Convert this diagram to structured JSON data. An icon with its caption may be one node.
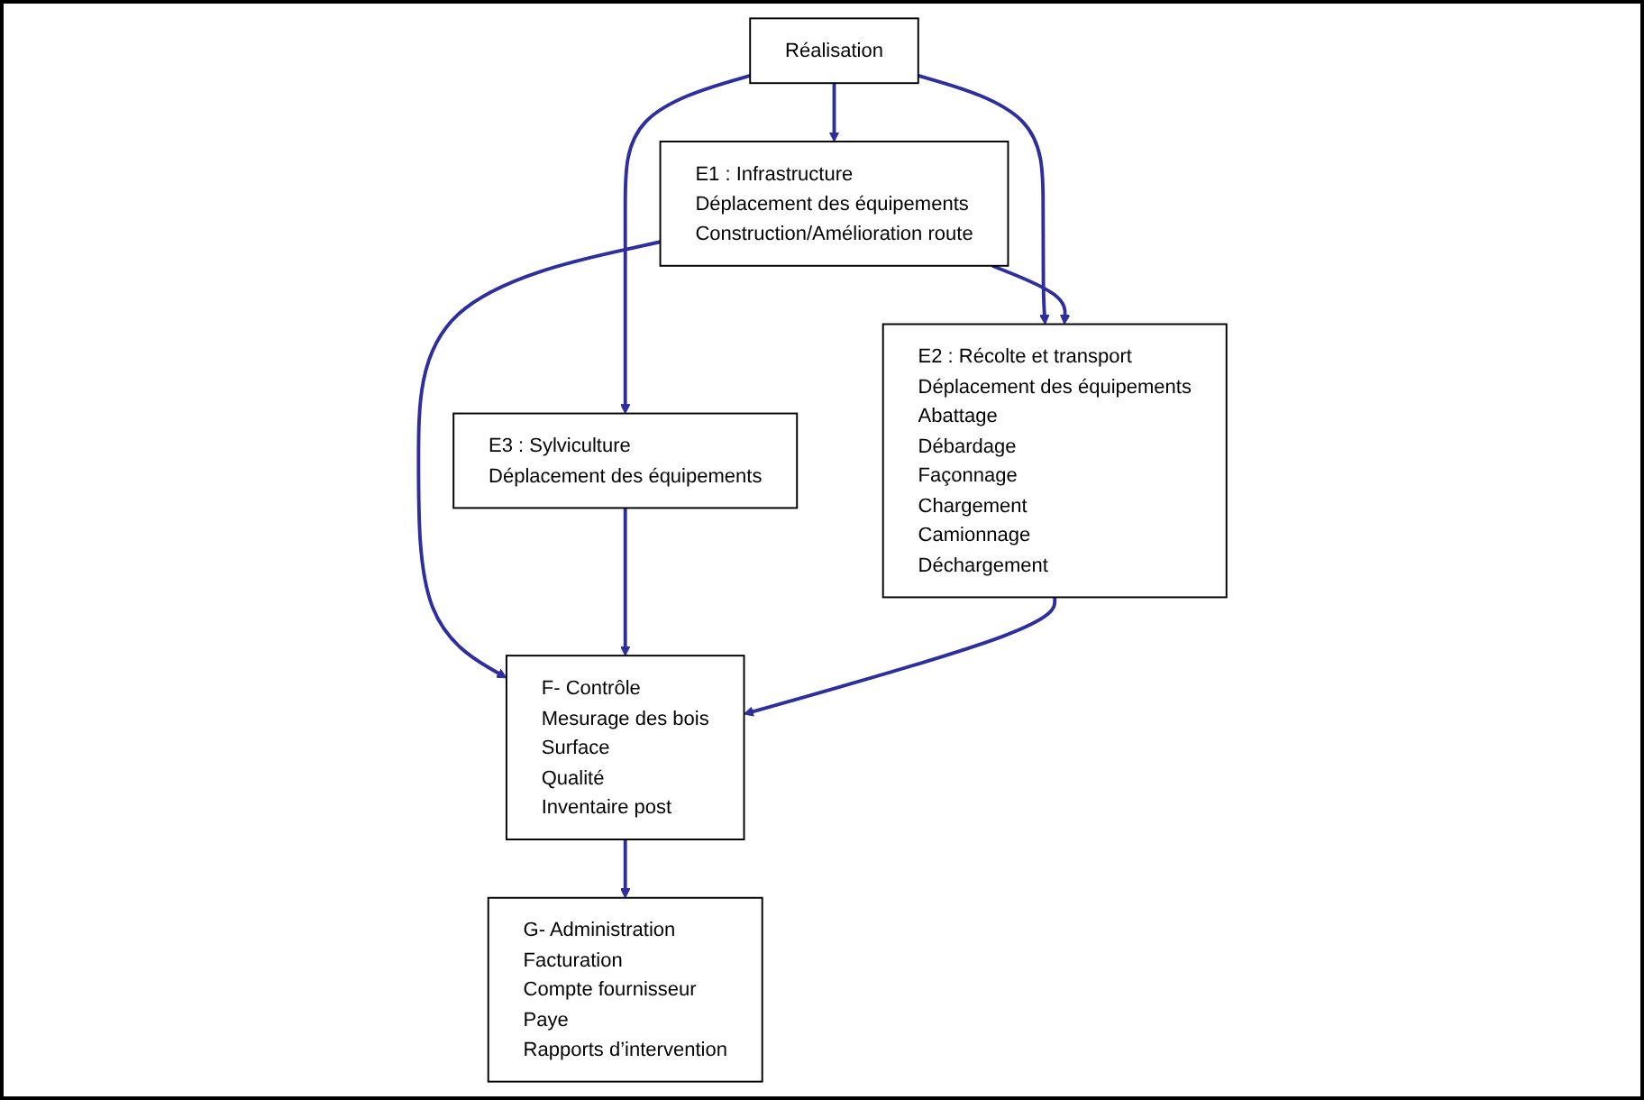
{
  "diagram": {
    "nodes": [
      {
        "text": [
          "Réalisation"
        ]
      },
      {
        "text": [
          "E1 : Infrastructure",
          "Déplacement des équipements",
          "Construction/Amélioration route"
        ]
      },
      {
        "text": [
          "E2 : Récolte et transport",
          "Déplacement des équipements",
          "Abattage",
          "Débardage",
          "Façonnage",
          "Chargement",
          "Camionnage",
          "Déchargement"
        ]
      },
      {
        "text": [
          "E3 : Sylviculture",
          "Déplacement des équipements"
        ]
      },
      {
        "text": [
          "F- Contrôle",
          "Mesurage des bois",
          "Surface",
          "Qualité",
          "Inventaire post"
        ]
      },
      {
        "text": [
          "G- Administration",
          "Facturation",
          "Compte fournisseur",
          "Paye",
          "Rapports d’intervention"
        ]
      }
    ],
    "edges": [
      {
        "from": 0,
        "to": 1,
        "arrow": "to"
      },
      {
        "from": 0,
        "to": 3,
        "arrow": "to"
      },
      {
        "from": 0,
        "to": 2,
        "arrow": "to"
      },
      {
        "from": 1,
        "to": 2,
        "arrow": "to"
      },
      {
        "from": 1,
        "to": 4,
        "arrow": "to"
      },
      {
        "from": 3,
        "to": 4,
        "arrow": "to"
      },
      {
        "from": 2,
        "to": 4,
        "arrow": "to"
      },
      {
        "from": 4,
        "to": 5,
        "arrow": "to"
      }
    ]
  }
}
